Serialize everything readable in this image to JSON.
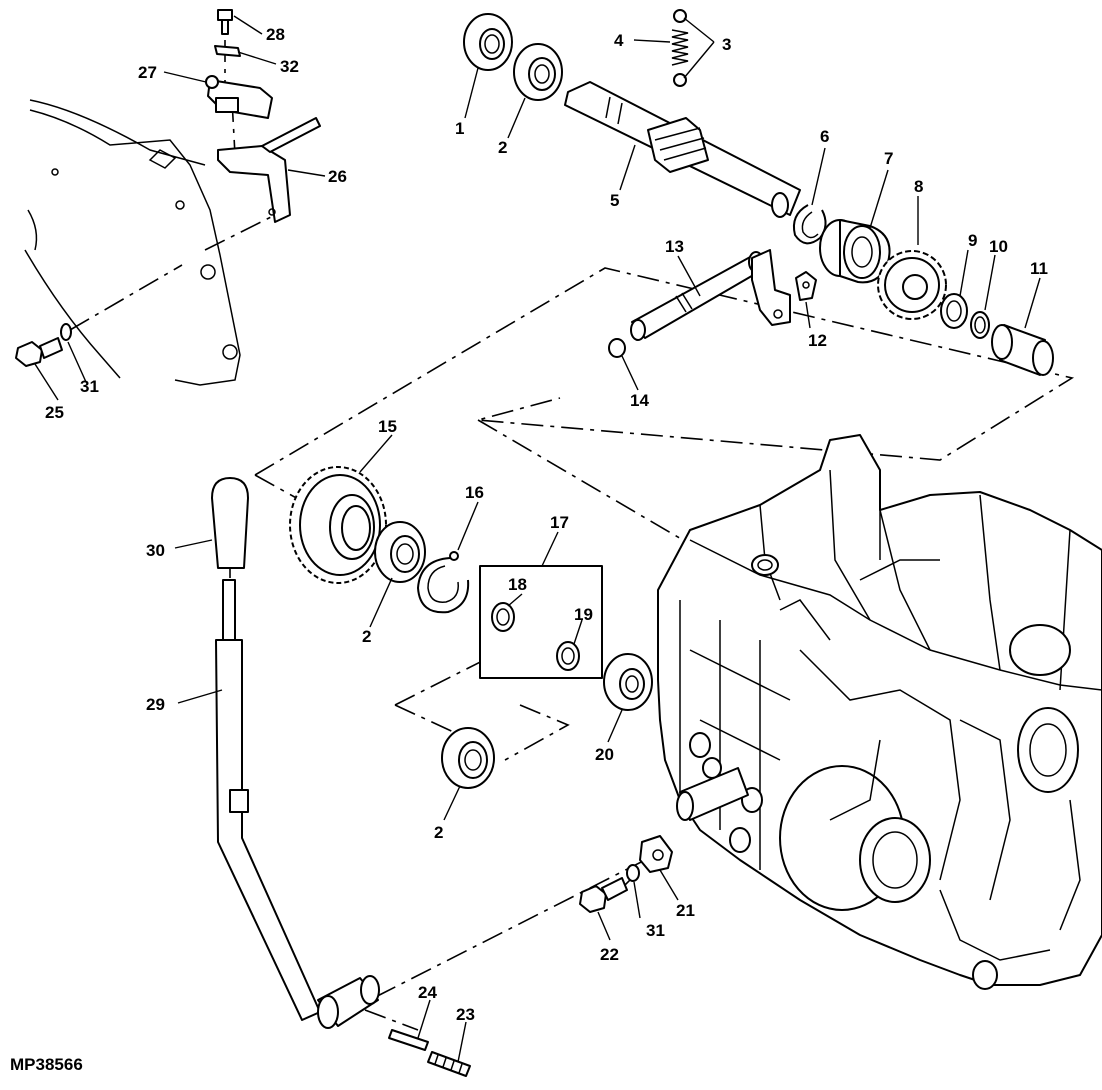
{
  "figure_code": "MP38566",
  "callouts": {
    "c1": "1",
    "c2a": "2",
    "c2b": "2",
    "c2c": "2",
    "c3": "3",
    "c4": "4",
    "c5": "5",
    "c6": "6",
    "c7": "7",
    "c8": "8",
    "c9": "9",
    "c10": "10",
    "c11": "11",
    "c12": "12",
    "c13": "13",
    "c14": "14",
    "c15": "15",
    "c16": "16",
    "c17": "17",
    "c18": "18",
    "c19": "19",
    "c20": "20",
    "c21": "21",
    "c22": "22",
    "c23": "23",
    "c24": "24",
    "c25": "25",
    "c26": "26",
    "c27": "27",
    "c28": "28",
    "c29": "29",
    "c30": "30",
    "c31a": "31",
    "c31b": "31",
    "c32": "32"
  }
}
